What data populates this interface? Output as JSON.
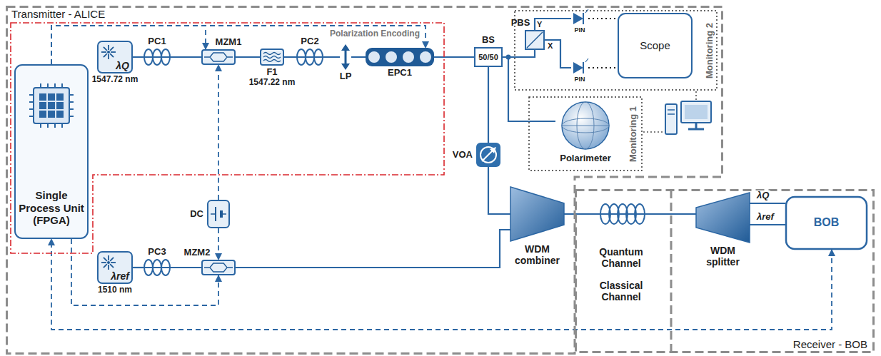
{
  "diagram": {
    "nodes": [
      {
        "text": [
          "Transmitter - ALICE"
        ]
      },
      {
        "text": [
          "Polarization Encoding"
        ],
        "in": 0
      },
      {
        "text": [
          "Single Process Unit (FPGA)"
        ],
        "in": 1
      },
      {
        "text": [
          "λQ",
          "1547.72 nm"
        ],
        "in": 1
      },
      {
        "text": [
          "PC1"
        ],
        "in": 1
      },
      {
        "text": [
          "MZM1"
        ],
        "in": 1
      },
      {
        "text": [
          "F1",
          "1547.22 nm"
        ],
        "in": 1
      },
      {
        "text": [
          "PC2"
        ],
        "in": 1
      },
      {
        "text": [
          "LP"
        ],
        "in": 1
      },
      {
        "text": [
          "EPC1"
        ],
        "in": 1
      },
      {
        "text": [
          "BS",
          "50/50"
        ],
        "in": 0
      },
      {
        "text": [
          "Monitoring 2"
        ],
        "in": 0
      },
      {
        "text": [
          "PBS"
        ],
        "in": 11
      },
      {
        "text": [
          "PIN"
        ],
        "in": 11
      },
      {
        "text": [
          "PIN"
        ],
        "in": 11
      },
      {
        "text": [
          "Scope"
        ],
        "in": 11
      },
      {
        "text": [
          "Monitoring 1"
        ],
        "in": 0
      },
      {
        "text": [
          "Polarimeter"
        ],
        "in": 16
      },
      {
        "text": [
          "VOA"
        ],
        "in": 0
      },
      {
        "text": [
          "DC"
        ],
        "in": 0
      },
      {
        "text": [
          "λref",
          "1510 nm"
        ],
        "in": 0
      },
      {
        "text": [
          "PC3"
        ],
        "in": 0
      },
      {
        "text": [
          "MZM2"
        ],
        "in": 0
      },
      {
        "text": [
          "WDM combiner"
        ],
        "in": 0
      },
      {
        "text": [
          "Receiver - BOB"
        ]
      },
      {
        "text": [
          "WDM splitter"
        ],
        "in": 24
      },
      {
        "text": [
          "BOB"
        ],
        "in": 24
      }
    ],
    "edges": [
      {
        "from": 3,
        "to": 4,
        "arrow": "none"
      },
      {
        "from": 4,
        "to": 5,
        "arrow": "none"
      },
      {
        "from": 5,
        "to": 6,
        "arrow": "none"
      },
      {
        "from": 6,
        "to": 7,
        "arrow": "none"
      },
      {
        "from": 7,
        "to": 8,
        "arrow": "none"
      },
      {
        "from": 8,
        "to": 9,
        "arrow": "none"
      },
      {
        "from": 9,
        "to": 10,
        "arrow": "none"
      },
      {
        "from": 10,
        "to": 12,
        "arrow": "none"
      },
      {
        "from": 10,
        "to": 17,
        "arrow": "none"
      },
      {
        "from": 12,
        "to": 13,
        "arrow": "none"
      },
      {
        "from": 12,
        "to": 14,
        "arrow": "none"
      },
      {
        "from": 13,
        "to": 15,
        "arrow": "none"
      },
      {
        "from": 14,
        "to": 15,
        "arrow": "none"
      },
      {
        "from": 10,
        "to": 18,
        "arrow": "none"
      },
      {
        "from": 18,
        "to": 23,
        "arrow": "none"
      },
      {
        "from": 20,
        "to": 21,
        "arrow": "none"
      },
      {
        "from": 21,
        "to": 22,
        "arrow": "none"
      },
      {
        "from": 22,
        "to": 23,
        "arrow": "none"
      },
      {
        "from": 23,
        "to": 25,
        "arrow": "none"
      },
      {
        "from": 25,
        "to": 26,
        "label": "λQ",
        "arrow": "none"
      },
      {
        "from": 25,
        "to": 26,
        "label": "λref",
        "arrow": "none"
      },
      {
        "from": 2,
        "to": 5,
        "arrow": "to"
      },
      {
        "from": 2,
        "to": 9,
        "arrow": "to"
      },
      {
        "from": 2,
        "to": 22,
        "arrow": "to"
      },
      {
        "from": 19,
        "to": 5,
        "arrow": "to"
      },
      {
        "from": 19,
        "to": 22,
        "arrow": "to"
      },
      {
        "from": 26,
        "to": 2,
        "arrow": "both"
      }
    ],
    "labels": [
      "Y",
      "X",
      "Quantum Channel",
      "Classical Channel"
    ]
  }
}
